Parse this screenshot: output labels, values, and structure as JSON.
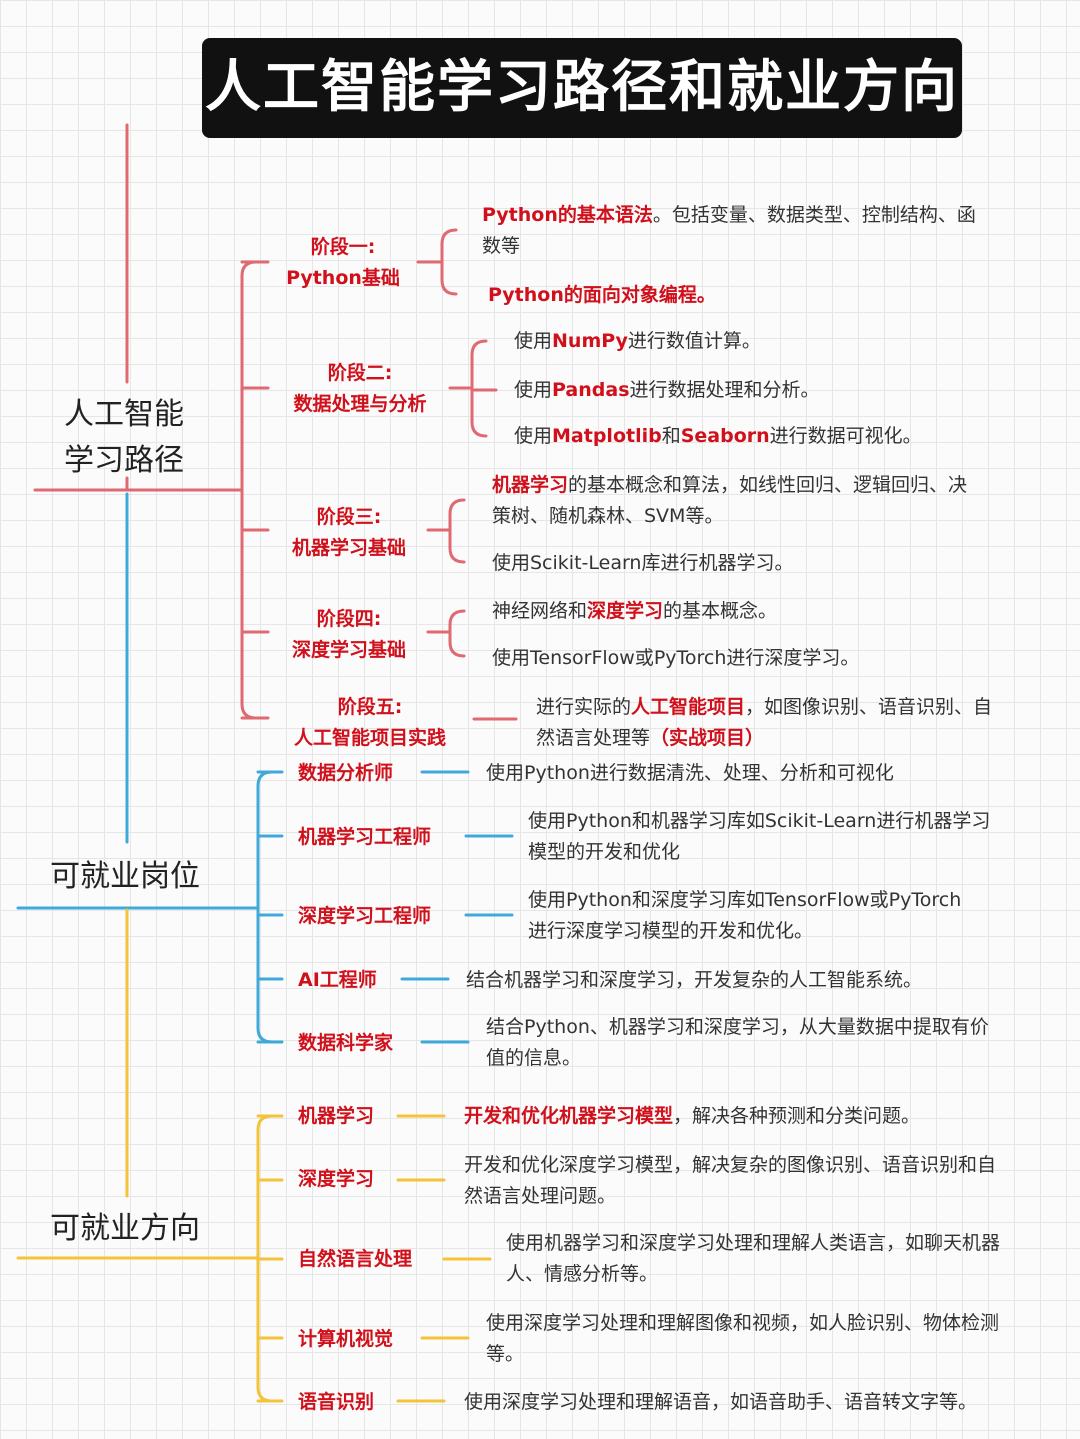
{
  "title": "人工智能学习路径和就业方向",
  "colors": {
    "path": "#e06a72",
    "jobs": "#3fa9d9",
    "dirs": "#f3c33a",
    "highlight": "#d0101b"
  },
  "sections": {
    "path": {
      "line1": "人工智能",
      "line2": "学习路径"
    },
    "jobs": "可就业岗位",
    "dirs": "可就业方向"
  },
  "stages": [
    {
      "line1": "阶段一:",
      "line2": "Python基础"
    },
    {
      "line1": "阶段二:",
      "line2": "数据处理与分析"
    },
    {
      "line1": "阶段三:",
      "line2": "机器学习基础"
    },
    {
      "line1": "阶段四:",
      "line2": "深度学习基础"
    },
    {
      "line1": "阶段五:",
      "line2": "人工智能项目实践"
    }
  ],
  "stage_items": [
    [
      [
        {
          "t": "Python的基本语法",
          "h": true
        },
        {
          "t": "。包括变量、数据类型、控制结构、函数等"
        }
      ],
      [
        {
          "t": "Python的面向对象编程。",
          "h": true
        }
      ]
    ],
    [
      [
        {
          "t": "使用"
        },
        {
          "t": "NumPy",
          "h": true
        },
        {
          "t": "进行数值计算。"
        }
      ],
      [
        {
          "t": "使用"
        },
        {
          "t": "Pandas",
          "h": true
        },
        {
          "t": "进行数据处理和分析。"
        }
      ],
      [
        {
          "t": "使用"
        },
        {
          "t": "Matplotlib",
          "h": true
        },
        {
          "t": "和"
        },
        {
          "t": "Seaborn",
          "h": true
        },
        {
          "t": "进行数据可视化。"
        }
      ]
    ],
    [
      [
        {
          "t": "机器学习",
          "h": true
        },
        {
          "t": "的基本概念和算法，如线性回归、逻辑回归、决策树、随机森林、SVM等。"
        }
      ],
      [
        {
          "t": "使用Scikit-Learn库进行机器学习。"
        }
      ]
    ],
    [
      [
        {
          "t": "神经网络和"
        },
        {
          "t": "深度学习",
          "h": true
        },
        {
          "t": "的基本概念。"
        }
      ],
      [
        {
          "t": "使用TensorFlow或PyTorch进行深度学习。"
        }
      ]
    ],
    [
      [
        {
          "t": "进行实际的"
        },
        {
          "t": "人工智能项目",
          "h": true
        },
        {
          "t": "，如图像识别、语音识别、自然语言处理等"
        },
        {
          "t": "（实战项目）",
          "h": true
        }
      ]
    ]
  ],
  "jobs": [
    {
      "name": "数据分析师",
      "desc": "使用Python进行数据清洗、处理、分析和可视化"
    },
    {
      "name": "机器学习工程师",
      "desc": "使用Python和机器学习库如Scikit-Learn进行机器学习模型的开发和优化"
    },
    {
      "name": "深度学习工程师",
      "desc": "使用Python和深度学习库如TensorFlow或PyTorch进行深度学习模型的开发和优化。"
    },
    {
      "name": "AI工程师",
      "desc": "结合机器学习和深度学习，开发复杂的人工智能系统。"
    },
    {
      "name": "数据科学家",
      "desc": "结合Python、机器学习和深度学习，从大量数据中提取有价值的信息。"
    }
  ],
  "directions": [
    {
      "name": "机器学习",
      "desc": [
        {
          "t": "开发和优化机器学习模型",
          "h": true
        },
        {
          "t": "，解决各种预测和分类问题。"
        }
      ]
    },
    {
      "name": "深度学习",
      "desc": [
        {
          "t": "开发和优化深度学习模型，解决复杂的图像识别、语音识别和自然语言处理问题。"
        }
      ]
    },
    {
      "name": "自然语言处理",
      "desc": [
        {
          "t": "使用机器学习和深度学习处理和理解人类语言，如聊天机器人、情感分析等。"
        }
      ]
    },
    {
      "name": "计算机视觉",
      "desc": [
        {
          "t": "使用深度学习处理和理解图像和视频，如人脸识别、物体检测等。"
        }
      ]
    },
    {
      "name": "语音识别",
      "desc": [
        {
          "t": "使用深度学习处理和理解语音，如语音助手、语音转文字等。"
        }
      ]
    }
  ]
}
